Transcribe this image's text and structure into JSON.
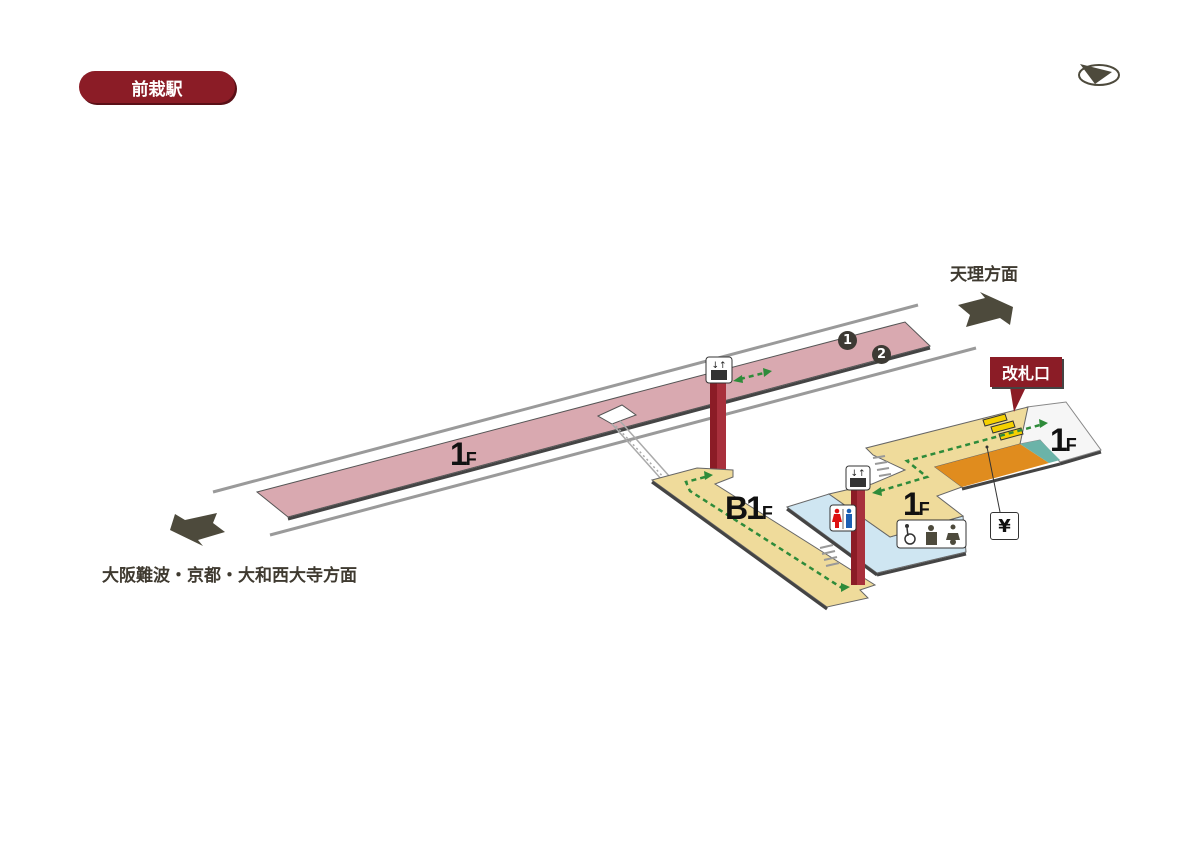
{
  "header": {
    "station_name": "前栽駅"
  },
  "directions": {
    "east": "天理方面",
    "west": "大阪難波・京都・大和西大寺方面"
  },
  "callout": {
    "label": "改札口"
  },
  "floors": {
    "platform": {
      "num": "1",
      "suffix": "F"
    },
    "basement": {
      "num": "B1",
      "suffix": "F"
    },
    "concourse": {
      "num": "1",
      "suffix": "F"
    },
    "entrance": {
      "num": "1",
      "suffix": "F"
    }
  },
  "platforms": [
    {
      "label": "1"
    },
    {
      "label": "2"
    }
  ],
  "facilities": {
    "yen": "¥",
    "icons": [
      "elevator-icon",
      "toilet-icon",
      "wheelchair-icon",
      "multipurpose-toilet-icon",
      "baby-care-icon",
      "ticket-gate-icon",
      "compass-icon"
    ]
  },
  "colors": {
    "brand": "#8b1c26",
    "platform": "#d9a9b0",
    "floor_tan": "#efdb9b",
    "floor_blue": "#cfe6f2",
    "shop_orange": "#e08c1e",
    "teal": "#6bb3a8",
    "route": "#2e8b3a",
    "arrow": "#4d4a3c"
  }
}
